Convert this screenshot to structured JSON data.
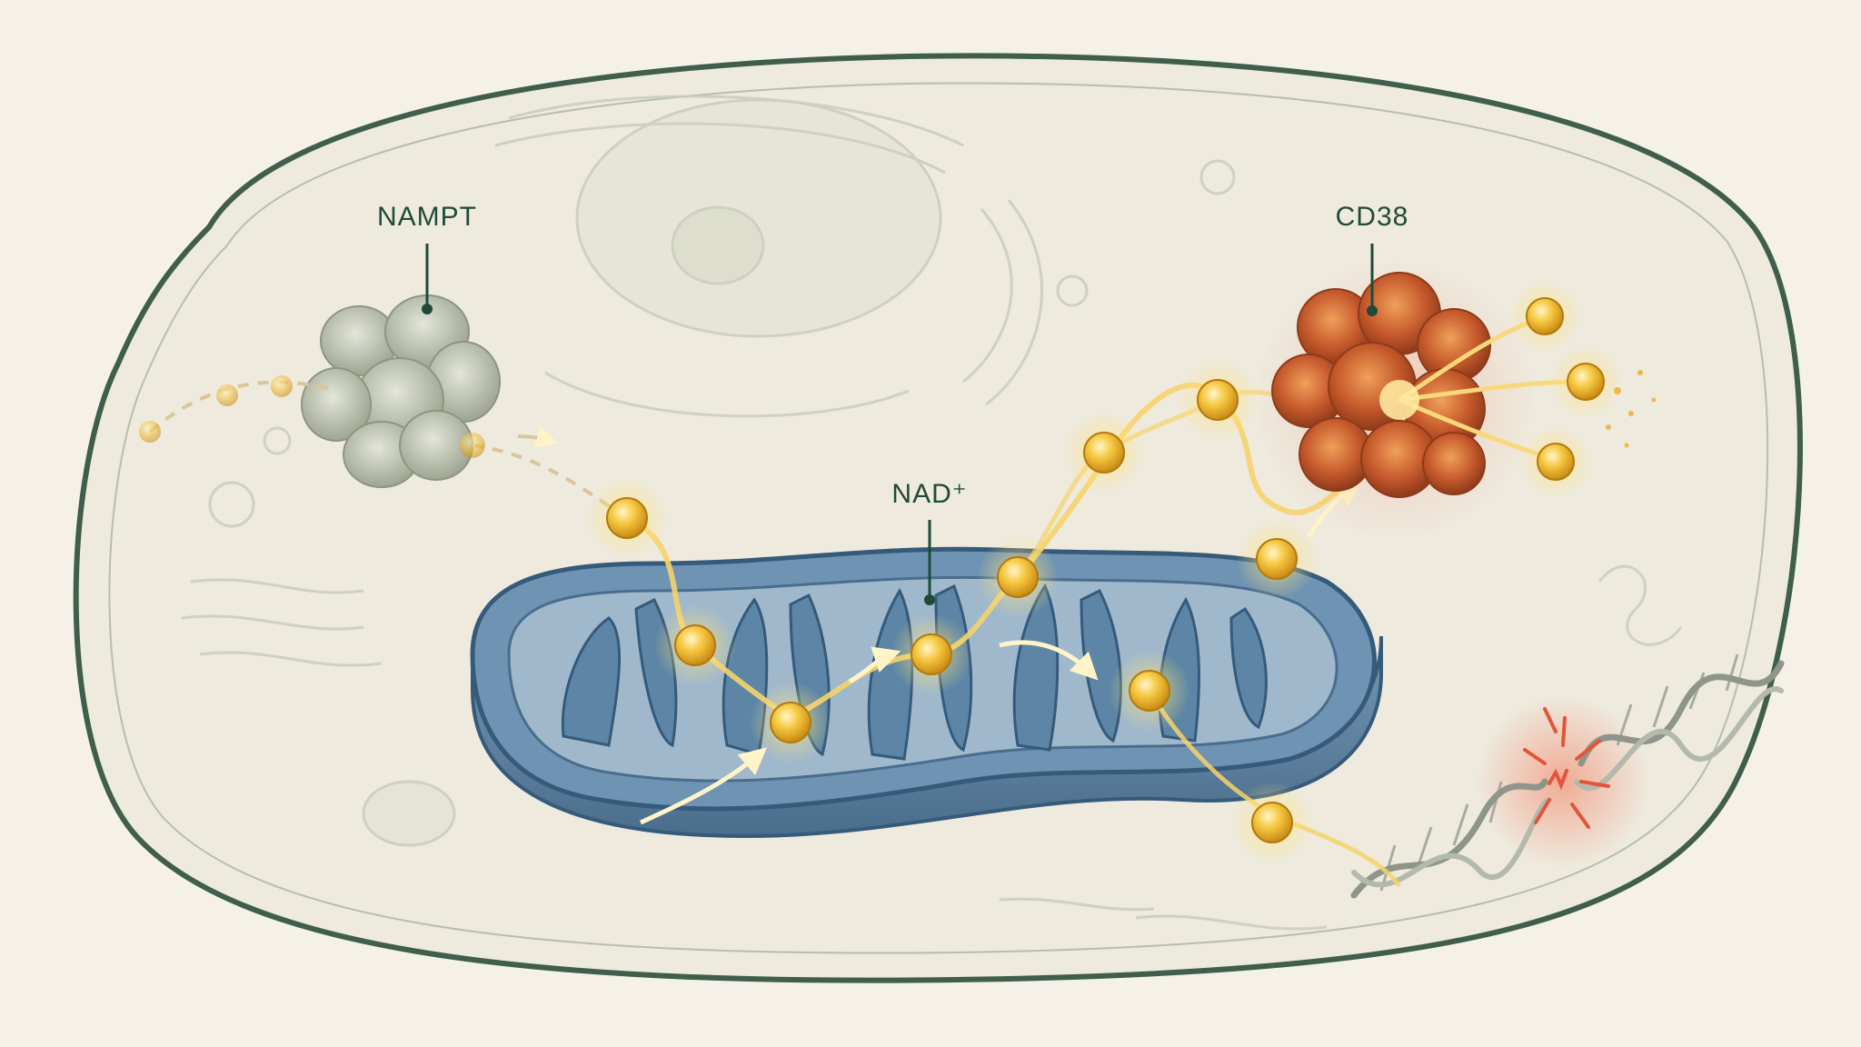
{
  "labels": {
    "nampt": "NAMPT",
    "nad": "NAD⁺",
    "cd38": "CD38"
  },
  "colors": {
    "background": "#f5f1e8",
    "cell_fill": "#eeeadd",
    "cell_outline": "#3f5e4c",
    "mitochondrion": "#5d86a6",
    "mitochondrion_dark": "#355a7a",
    "nad_molecule": "#f2b428",
    "nampt_protein": "#b9bfad",
    "cd38_protein": "#c65a2c",
    "dna_damage": "#e2553a",
    "label_text": "#1f4a3a"
  },
  "icons": {
    "nampt": "enzyme-blob-icon",
    "cd38": "enzyme-cluster-icon",
    "mitochondrion": "mitochondrion-icon",
    "nad": "glowing-molecule-icon",
    "dna": "dna-helix-icon",
    "break": "dna-break-icon"
  }
}
